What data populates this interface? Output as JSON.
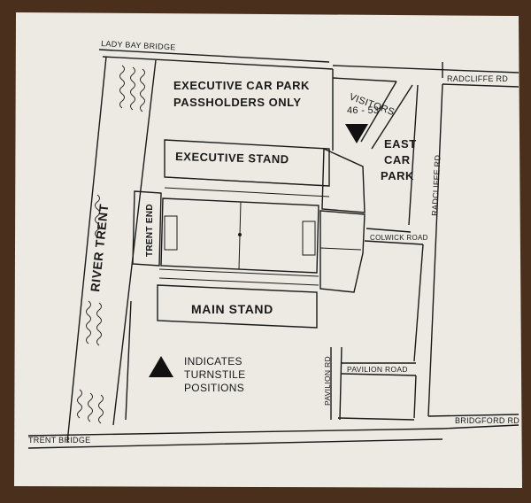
{
  "map": {
    "roads": {
      "lady_bay_bridge": "LADY BAY BRIDGE",
      "radcliffe_rd_top": "RADCLIFFE RD",
      "radcliffe_rd_side": "RADCLIFFE RD",
      "colwick_road": "COLWICK ROAD",
      "pavilion_road": "PAVILION ROAD",
      "pavilion_rd": "PAVILION RD",
      "bridgford_rd": "BRIDGFORD RD",
      "trent_bridge": "TRENT BRIDGE"
    },
    "river": "RIVER TRENT",
    "areas": {
      "exec_car_park_line1": "EXECUTIVE CAR PARK",
      "exec_car_park_line2": "PASSHOLDERS ONLY",
      "east_car_park_line1": "EAST",
      "east_car_park_line2": "CAR",
      "east_car_park_line3": "PARK"
    },
    "stands": {
      "executive_stand": "EXECUTIVE STAND",
      "main_stand": "MAIN STAND",
      "trent_end": "TRENT END"
    },
    "visitors": {
      "label": "VISITORS",
      "turnstiles": "46 - 53"
    },
    "legend": {
      "line1": "INDICATES",
      "line2": "TURNSTILE",
      "line3": "POSITIONS"
    }
  }
}
